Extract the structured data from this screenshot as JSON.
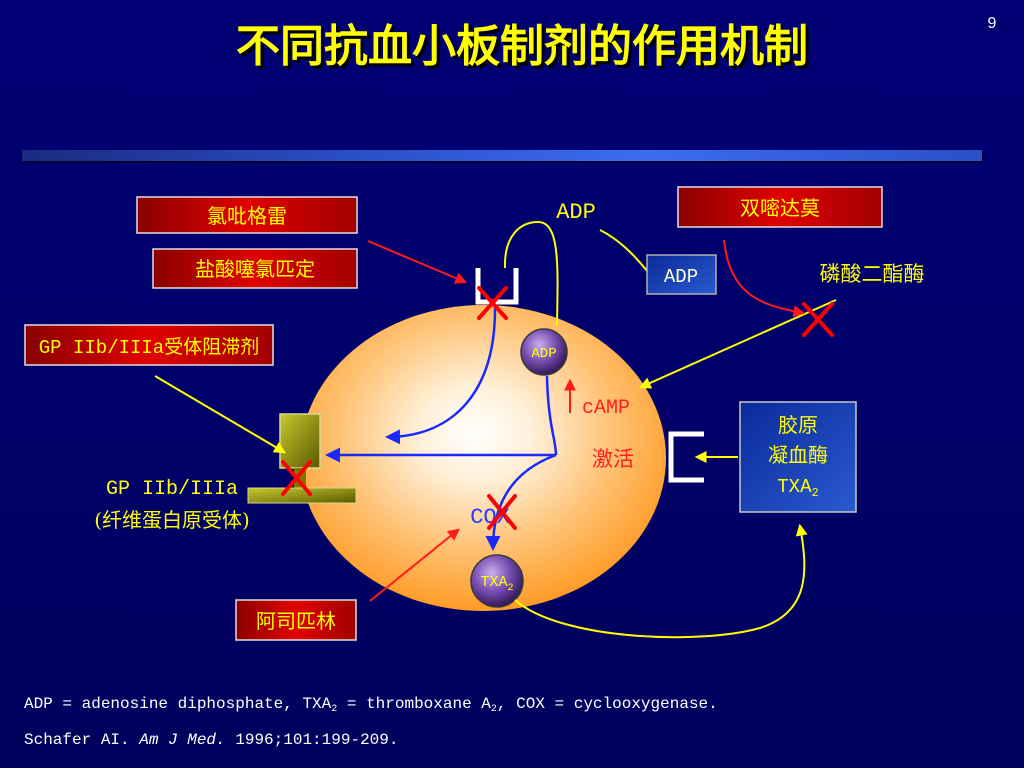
{
  "slide": {
    "page_number": "9",
    "title": "不同抗血小板制剂的作用机制"
  },
  "drugs": {
    "clopidogrel": "氯吡格雷",
    "ticlopidine": "盐酸噻氯匹定",
    "gp_iib_iiia_blocker": "GP IIb/IIIa受体阻滞剂",
    "dipyridamole": "双嘧达莫",
    "aspirin": "阿司匹林"
  },
  "diagram": {
    "adp_released": "ADP",
    "adp_box": "ADP",
    "phosphodiesterase": "磷酸二酯酶",
    "adp_granule": "ADP",
    "camp": "cAMP",
    "activation": "激活",
    "cox": "COX",
    "txa2_granule": {
      "text": "TXA",
      "subscript": "2"
    },
    "agonists": {
      "line1": "胶原",
      "line2": "凝血酶",
      "line3_text": "TXA",
      "line3_subscript": "2"
    },
    "gp_receptor": {
      "name": "GP IIb/IIIa",
      "note": "(纤维蛋白原受体)"
    }
  },
  "footer": {
    "abbreviations": {
      "part1": "ADP = adenosine diphosphate, TXA",
      "sub1": "2",
      "part2": " = thromboxane A",
      "sub2": "2",
      "part3": ", COX = cyclooxygenase."
    },
    "citation": {
      "authors": "Schafer AI. ",
      "journal": "Am J Med.",
      "details": " 1996;101:199-209."
    }
  },
  "colors": {
    "background": "#00006b",
    "title": "#ffff00",
    "drug_box": "#c80000",
    "drug_text": "#ffff00",
    "platelet_edge": "#ff9418",
    "granule": "#7850b0",
    "receptor": "#8a8a00",
    "inhibition_mark": "#ff0000",
    "signal_arrow": "#1a2aff",
    "yellow_arrow": "#ffff00",
    "red_arrow": "#ff1a1a",
    "agonist_box": "#1a40b0"
  }
}
